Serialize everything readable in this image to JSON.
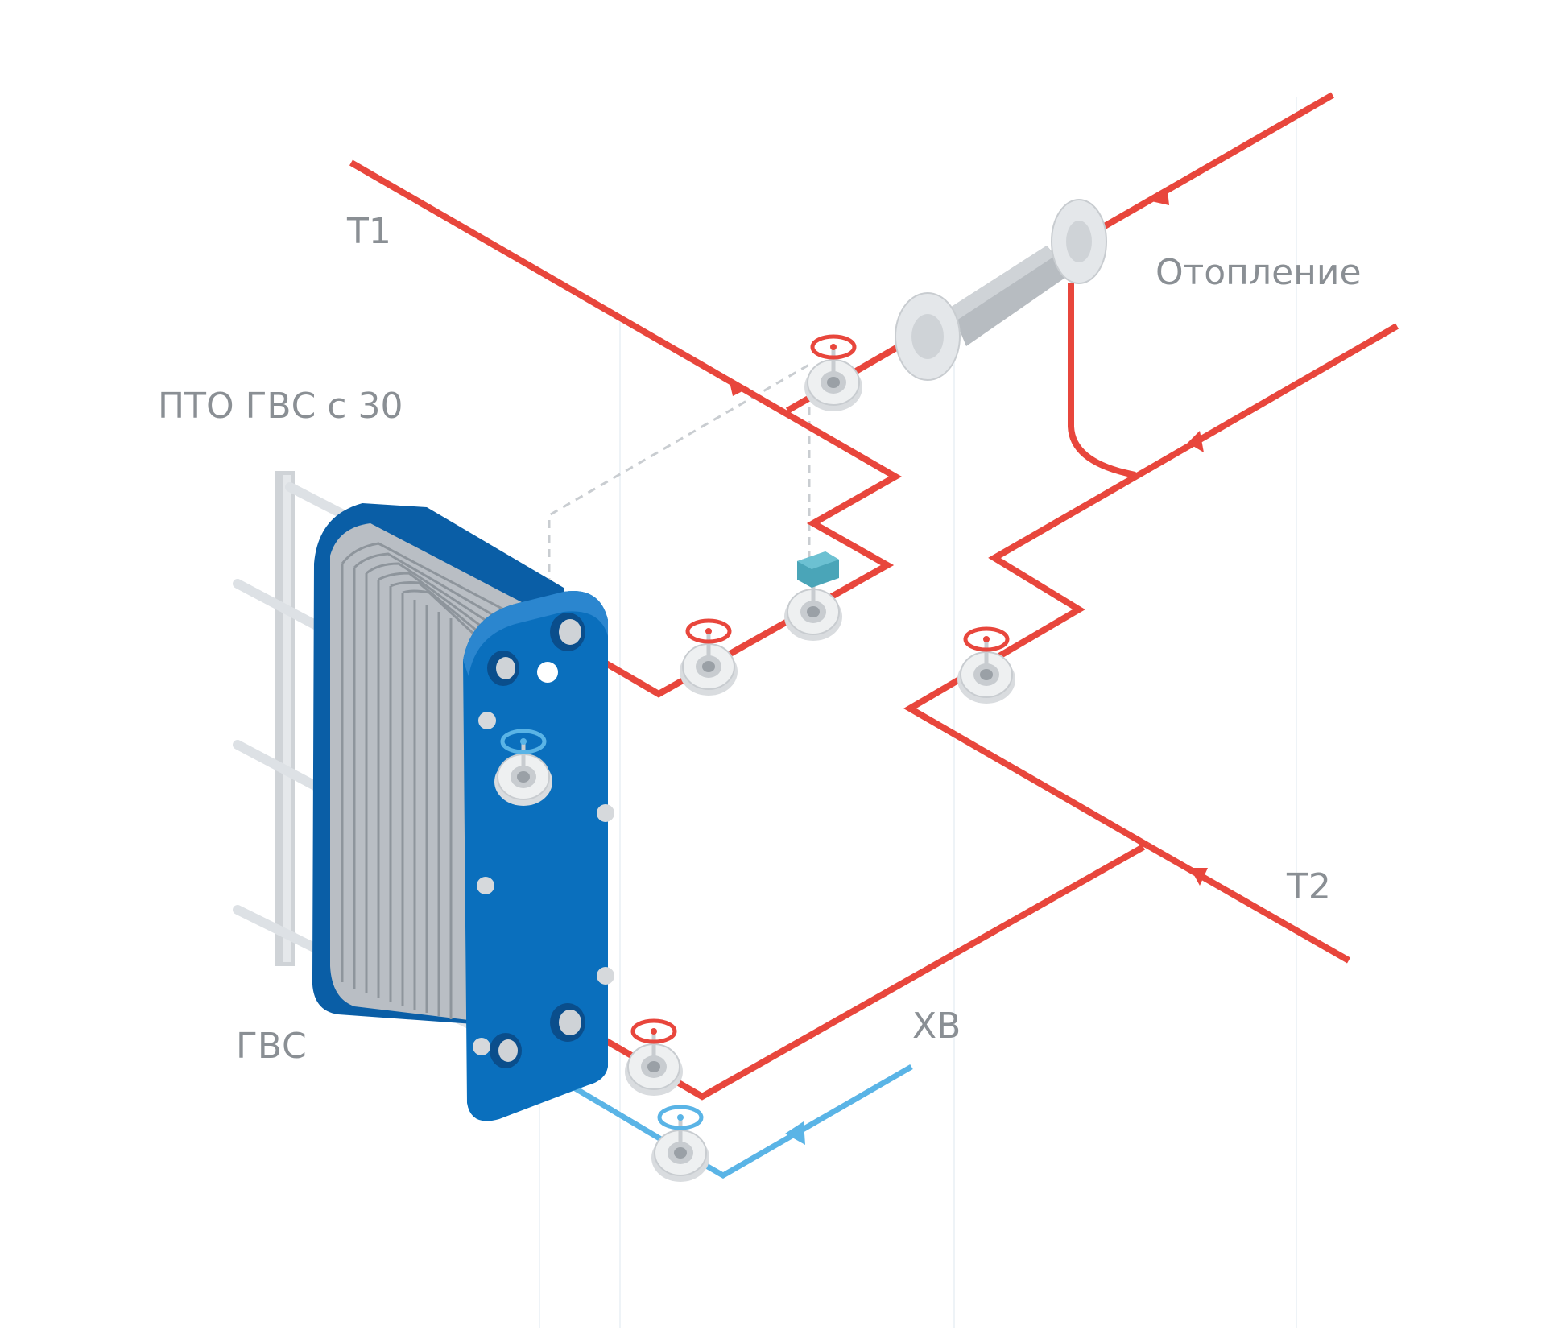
{
  "labels": {
    "t1": "Т1",
    "heating": "Отопление",
    "pto": "ПТО ГВС с 30",
    "t2": "Т2",
    "xv": "ХВ",
    "gvs": "ГВС"
  },
  "colors": {
    "hot_pipe": "#e8463c",
    "cold_pipe": "#5ab4e6",
    "exchanger_frame": "#0a6fbd",
    "exchanger_plates": "#b9bec4",
    "valve_body": "#e6e8ea",
    "label_text": "#8a8f94",
    "sensor": "#4aa5b8"
  },
  "icons": [
    "valve-icon",
    "elevator-icon",
    "sensor-icon",
    "heat-exchanger-icon",
    "flow-arrow-icon"
  ]
}
